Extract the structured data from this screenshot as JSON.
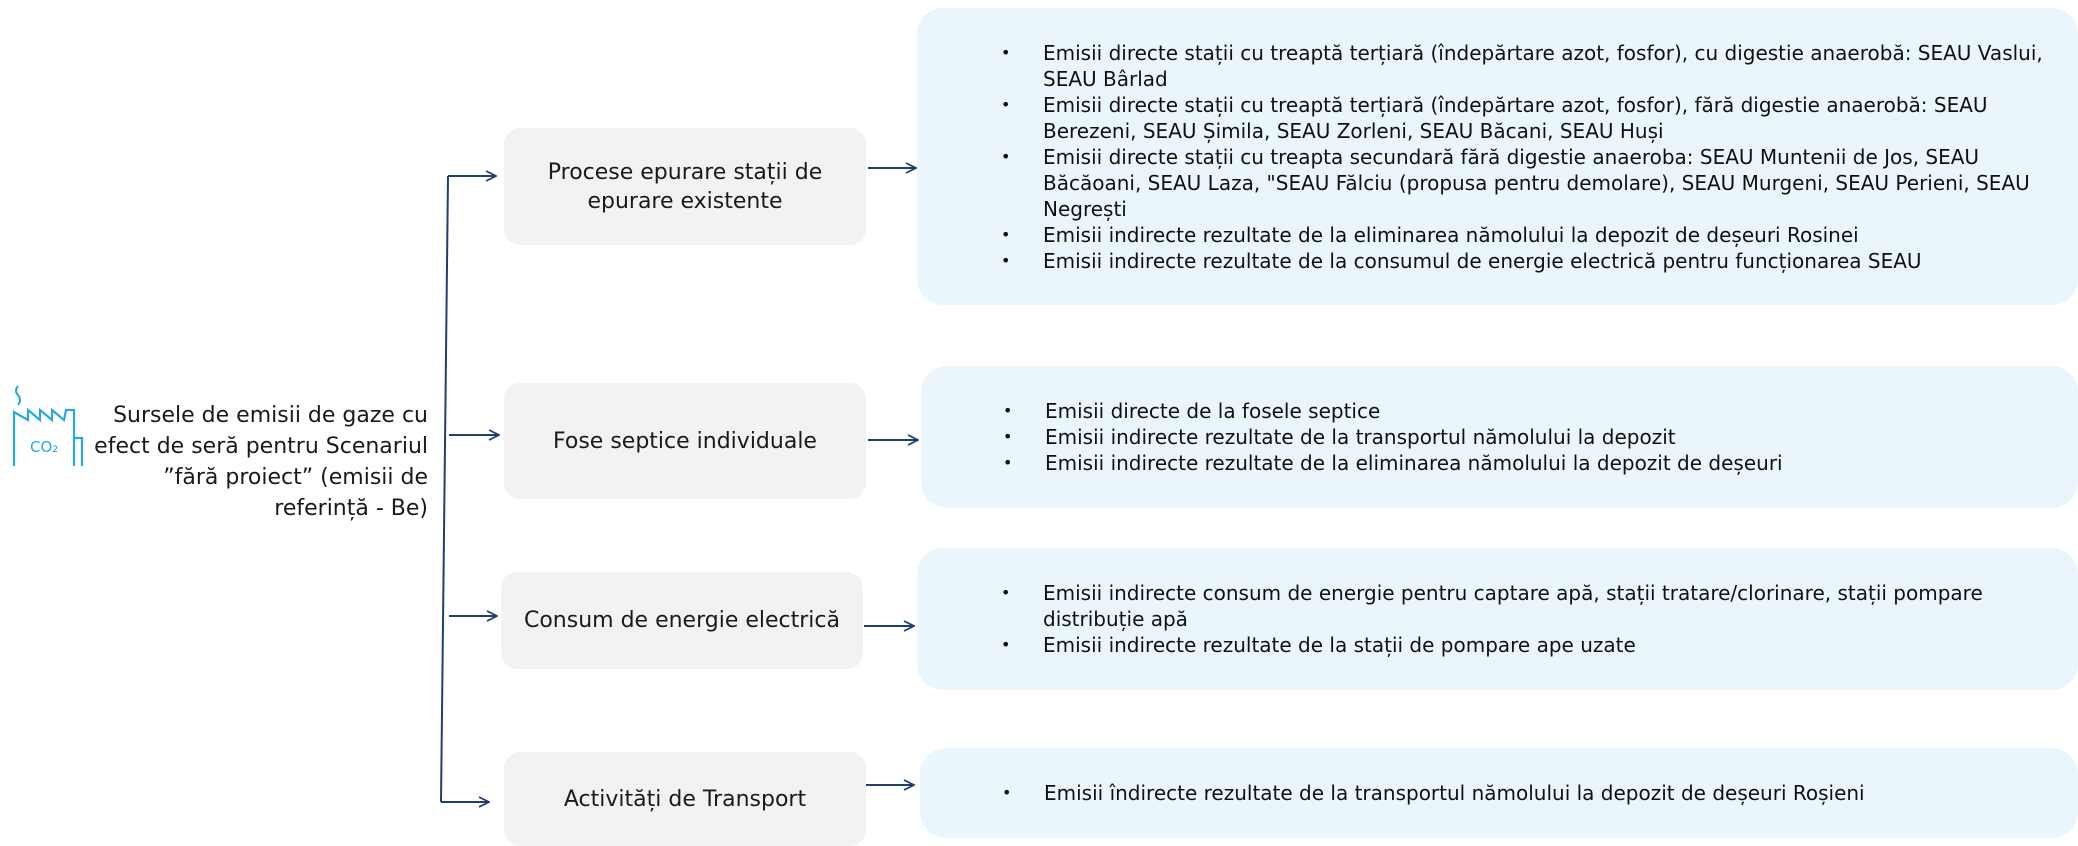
{
  "root": {
    "icon": "co2-factory-icon",
    "icon_text": "CO₂",
    "label": "Sursele de emisii de gaze cu efect de seră pentru Scenariul ”fără proiect” (emisii de referință - Be)"
  },
  "categories": [
    {
      "label": "Procese epurare stații de epurare existente"
    },
    {
      "label": "Fose septice individuale"
    },
    {
      "label": "Consum de energie electrică"
    },
    {
      "label": "Activități de Transport"
    }
  ],
  "details": [
    {
      "items": [
        "Emisii directe stații cu treaptă terțiară (îndepărtare azot, fosfor), cu digestie anaerobă: SEAU Vaslui, SEAU Bârlad",
        "Emisii directe stații cu treaptă terțiară (îndepărtare azot, fosfor), fără digestie anaerobă: SEAU Berezeni, SEAU Șimila, SEAU Zorleni, SEAU Băcani, SEAU Huși",
        "Emisii directe stații cu treapta secundară fără digestie anaeroba: SEAU Muntenii de Jos, SEAU Băcăoani, SEAU Laza, \"SEAU Fălciu (propusa pentru demolare), SEAU Murgeni, SEAU Perieni, SEAU Negrești",
        "Emisii indirecte rezultate de la eliminarea nămolului la depozit de deșeuri Rosinei",
        "Emisii indirecte rezultate de la consumul de energie electrică pentru funcționarea SEAU"
      ]
    },
    {
      "items": [
        "Emisii directe de la fosele septice",
        "Emisii indirecte rezultate de la transportul nămolului la depozit",
        "Emisii indirecte rezultate de la eliminarea nămolului la depozit de deșeuri"
      ]
    },
    {
      "items": [
        "Emisii indirecte consum de energie pentru captare apă, stații tratare/clorinare, stații pompare distribuție apă",
        "Emisii indirecte rezultate de la stații de pompare ape uzate"
      ]
    },
    {
      "items": [
        "Emisii îndirecte rezultate de la transportul nămolului la depozit de deșeuri Roșieni"
      ]
    }
  ],
  "colors": {
    "icon": "#29a8e0",
    "connector": "#1f3f6e",
    "category_bg": "#f2f2f2",
    "detail_bg": "#eaf5fc"
  }
}
